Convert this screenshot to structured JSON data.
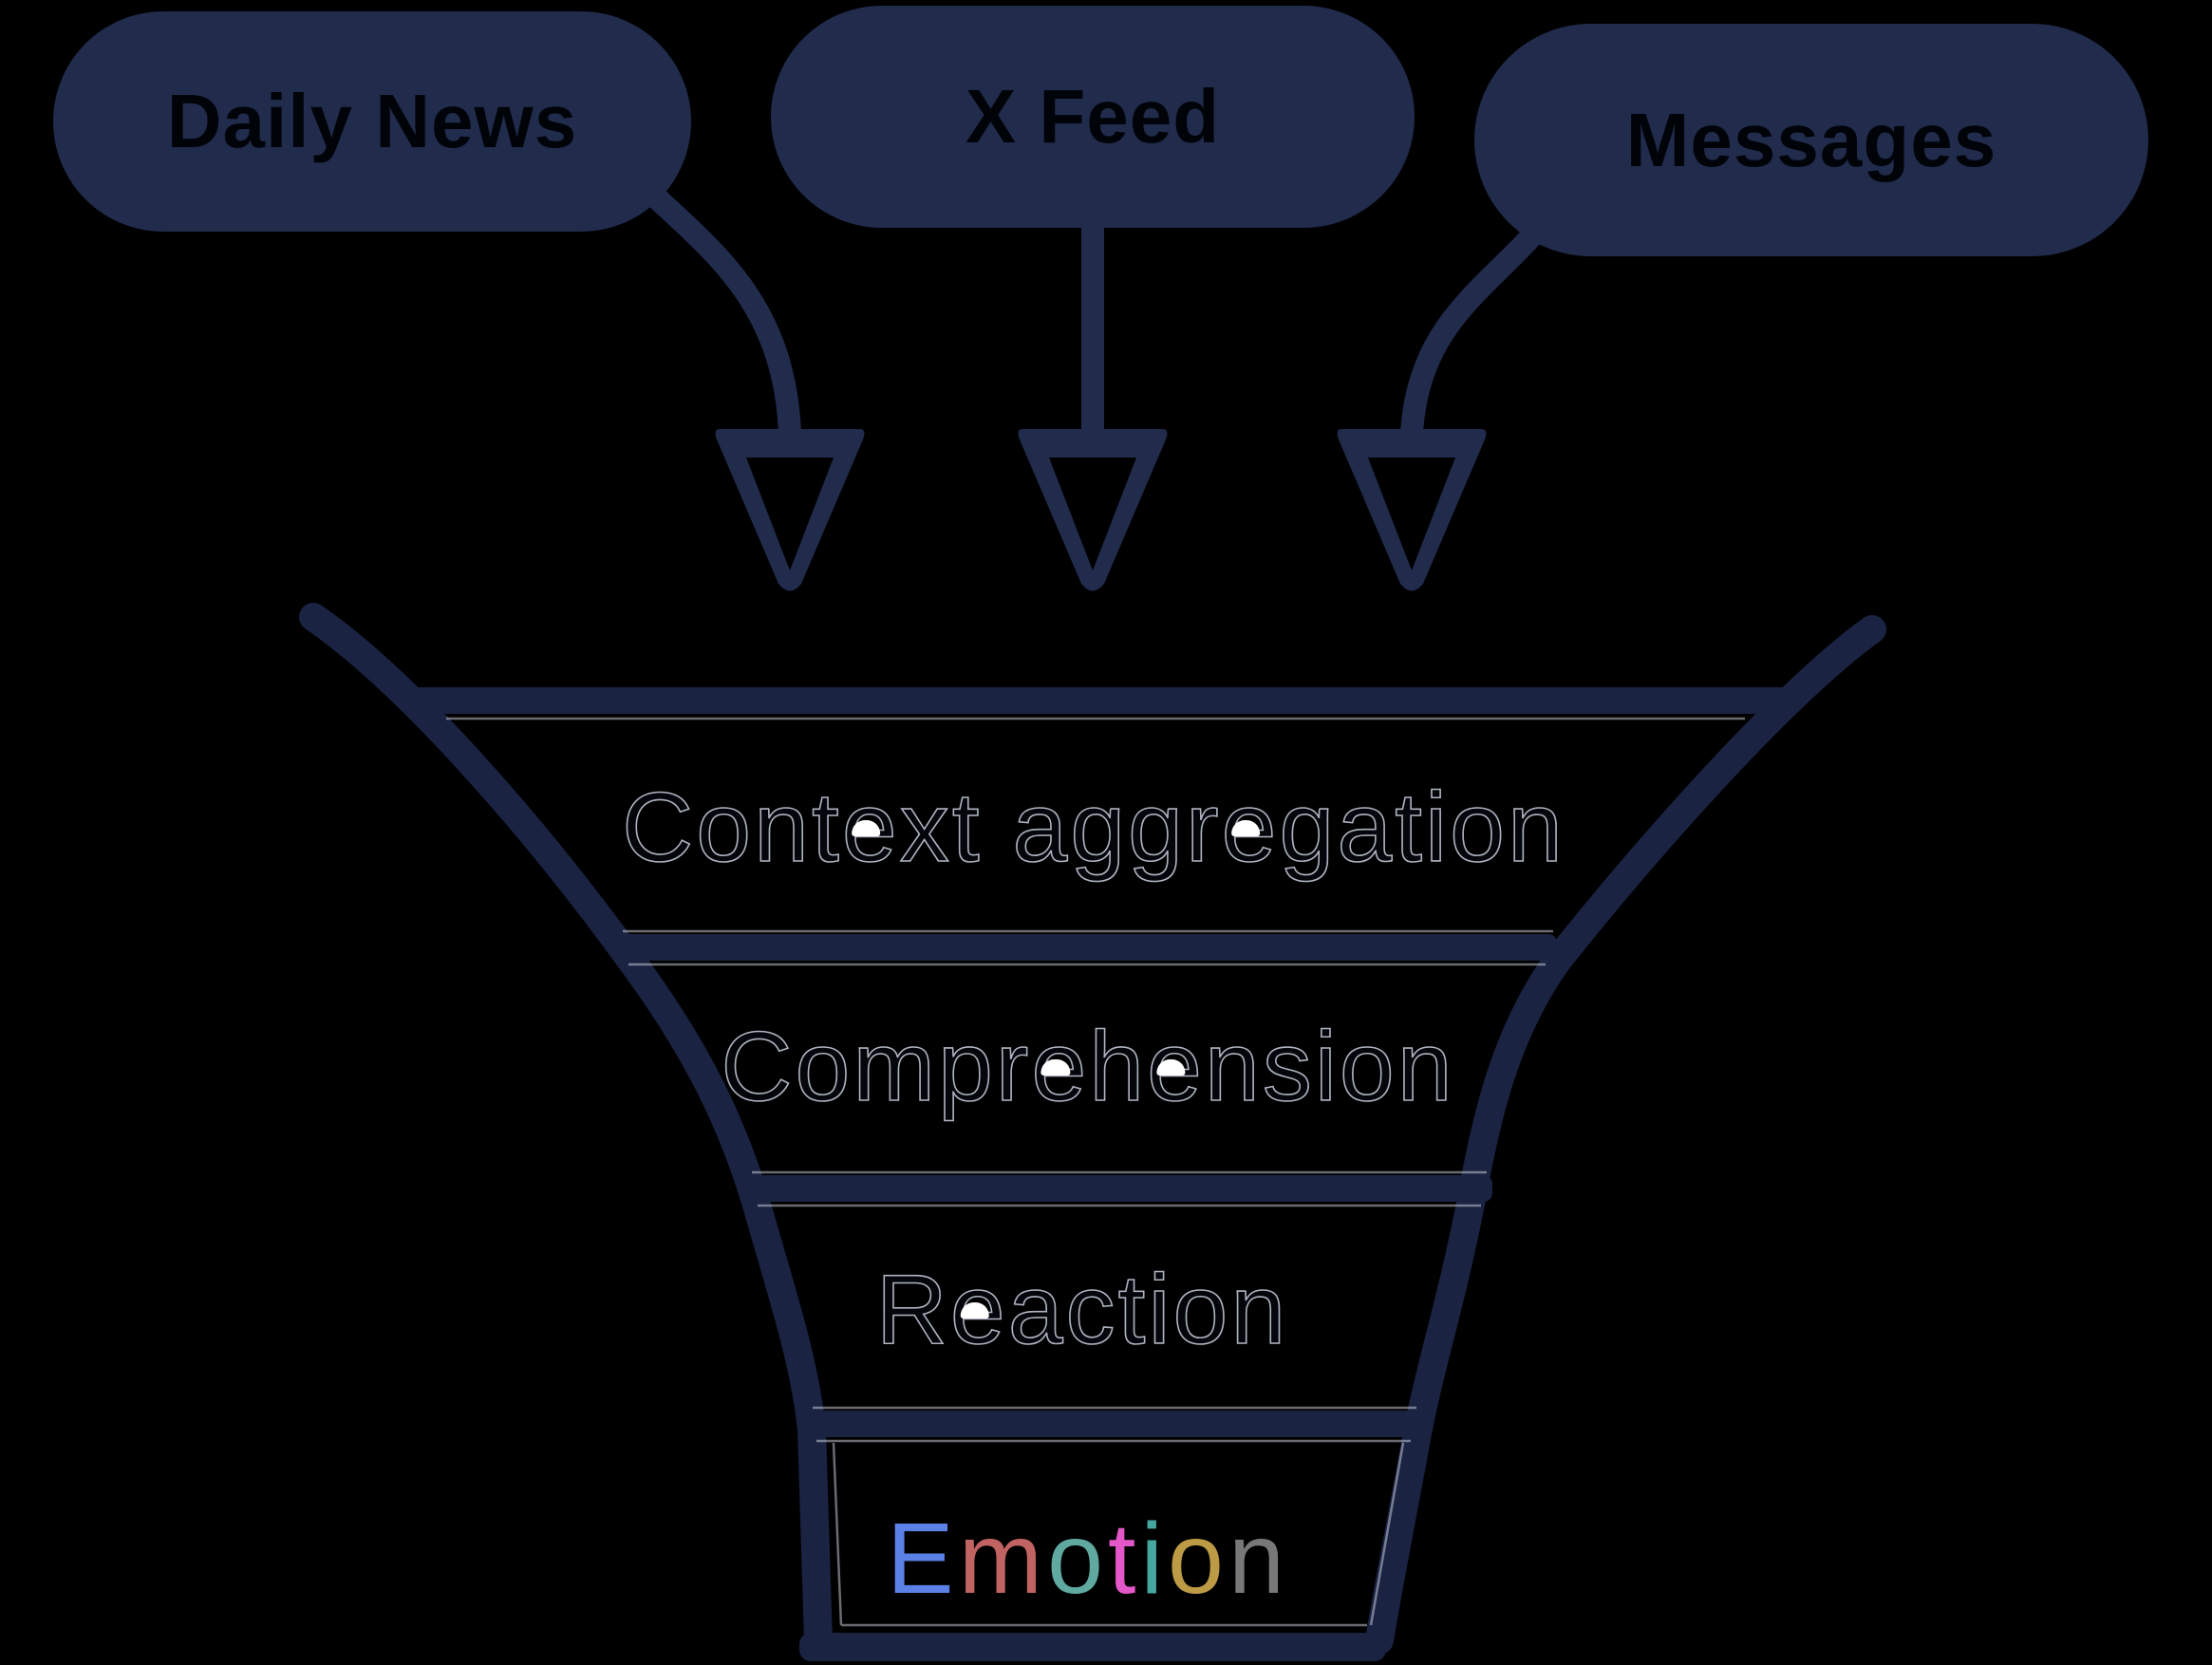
{
  "diagram": {
    "type": "funnel",
    "sources": [
      {
        "label": "Daily News"
      },
      {
        "label": "X Feed"
      },
      {
        "label": "Messages"
      }
    ],
    "stages": [
      {
        "label": "Context aggregation"
      },
      {
        "label": "Comprehension"
      },
      {
        "label": "Reaction"
      },
      {
        "label": "Emotion",
        "letter_colors": [
          "#5b80e6",
          "#c16362",
          "#5fa9a1",
          "#e457c8",
          "#45a8a0",
          "#bd9a45",
          "#787878"
        ]
      }
    ],
    "colors": {
      "background": "#000000",
      "bubble_fill": "#212b4c",
      "bubble_text": "#000409",
      "funnel_frame": "#1a2342",
      "connector": "#212b4c",
      "stage_label_fill": "#04060c",
      "stage_label_outline": "#c6ccda",
      "inner_edge": "#d3d7e1",
      "emotion_counter_artifact": "#ffffff"
    }
  }
}
